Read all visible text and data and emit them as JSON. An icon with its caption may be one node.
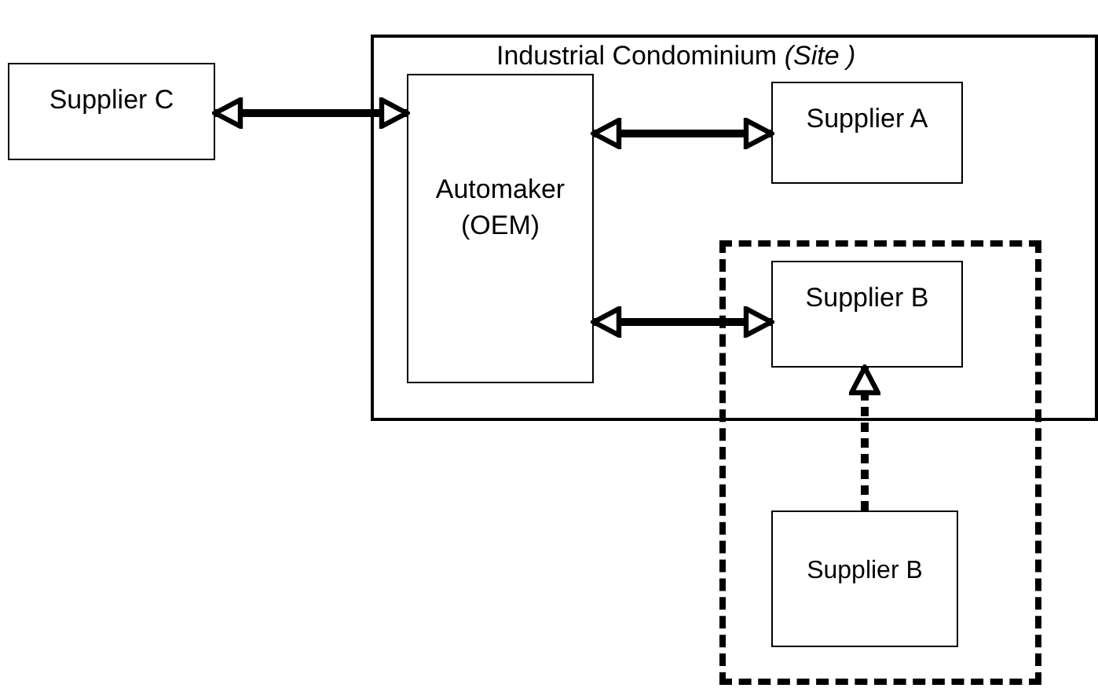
{
  "diagram": {
    "nodes": [
      {
        "text": [
          "Industrial Condominium *(Site )*"
        ]
      },
      {
        "text": [
          "Supplier C"
        ]
      },
      {
        "text": [
          "Automaker (OEM)"
        ],
        "in": 0
      },
      {
        "text": [
          "Supplier A"
        ],
        "in": 0
      },
      {
        "text": [],
        "shape": "box"
      },
      {
        "text": [
          "Supplier B"
        ]
      },
      {
        "text": [
          "Supplier B"
        ],
        "in": 4
      }
    ],
    "edges": [
      {
        "from": 1,
        "to": 2,
        "arrow": "both"
      },
      {
        "from": 2,
        "to": 3,
        "arrow": "both"
      },
      {
        "from": 2,
        "to": 5,
        "arrow": "both"
      },
      {
        "from": 6,
        "to": 5,
        "arrow": "to",
        "style": "dashed"
      }
    ]
  }
}
